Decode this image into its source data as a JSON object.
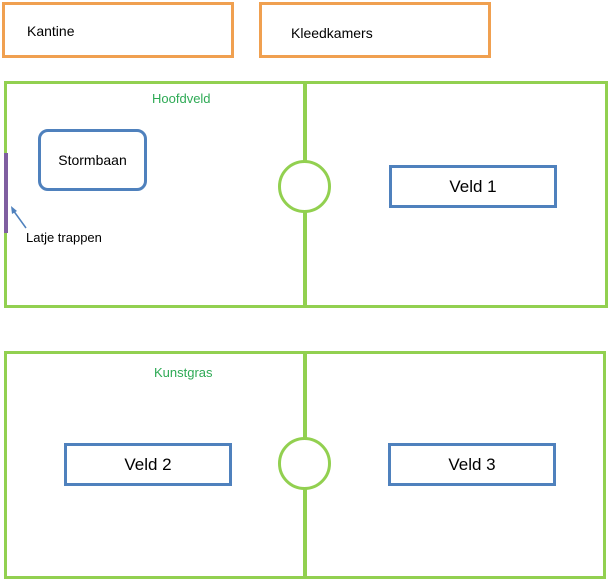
{
  "buildings": {
    "kantine_label": "Kantine",
    "kleedkamers_label": "Kleedkamers"
  },
  "hoofdveld": {
    "title": "Hoofdveld",
    "stormbaan_label": "Stormbaan",
    "veld1_label": "Veld 1",
    "latje_label": "Latje trappen"
  },
  "kunstgras": {
    "title": "Kunstgras",
    "veld2_label": "Veld 2",
    "veld3_label": "Veld 3"
  },
  "colors": {
    "orange": "#f0a050",
    "green": "#92d050",
    "blue": "#4f81bd",
    "purple": "#7f5fa0",
    "label_green": "#2eaa55"
  }
}
